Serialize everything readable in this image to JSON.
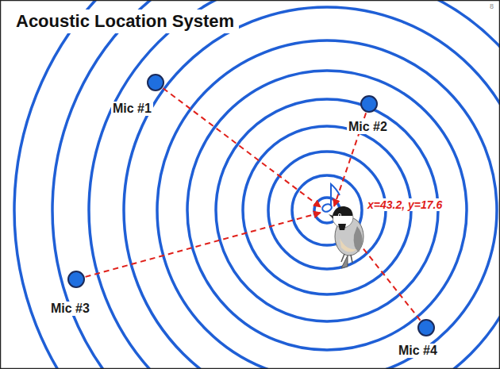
{
  "diagram": {
    "title": "Acoustic Location System",
    "nodes": [
      {
        "text": [
          "Mic #1"
        ]
      },
      {
        "text": [
          "Mic #2"
        ]
      },
      {
        "text": [
          "Mic #3"
        ]
      },
      {
        "text": [
          "Mic #4"
        ]
      }
    ],
    "labels": [
      "x=43.2, y=17.6",
      "8"
    ]
  }
}
